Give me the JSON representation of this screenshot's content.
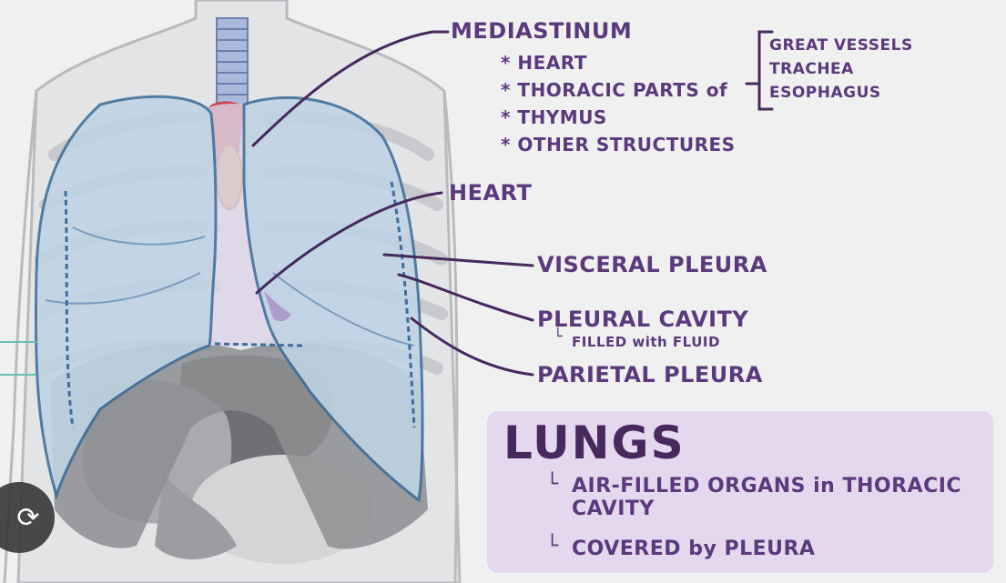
{
  "labels": {
    "mediastinum": "MEDIASTINUM",
    "mediastinum_items": [
      "* HEART",
      "* THORACIC PARTS of",
      "* THYMUS",
      "* OTHER STRUCTURES"
    ],
    "thoracic_parts": [
      "GREAT VESSELS",
      "TRACHEA",
      "ESOPHAGUS"
    ],
    "heart": "HEART",
    "visceral_pleura": "VISCERAL PLEURA",
    "pleural_cavity": "PLEURAL CAVITY",
    "pleural_cavity_note": "FILLED with FLUID",
    "parietal_pleura": "PARIETAL PLEURA"
  },
  "lungs_box": {
    "title": "LUNGS",
    "line1a": "AIR-FILLED ORGANS in THORACIC",
    "line1b": "CAVITY",
    "line2": "COVERED by PLEURA"
  },
  "colors": {
    "label_purple": "#5a3a7d",
    "lung_fill": "#bfd4e4",
    "lung_outline": "#3f6e9a",
    "trachea_blue": "#9fb2d8",
    "vessel_red": "#c94a52",
    "esophagus_orange": "#d9a45c",
    "box_lilac": "#e3d8ee"
  },
  "icons": {
    "nav": "lens-icon"
  }
}
